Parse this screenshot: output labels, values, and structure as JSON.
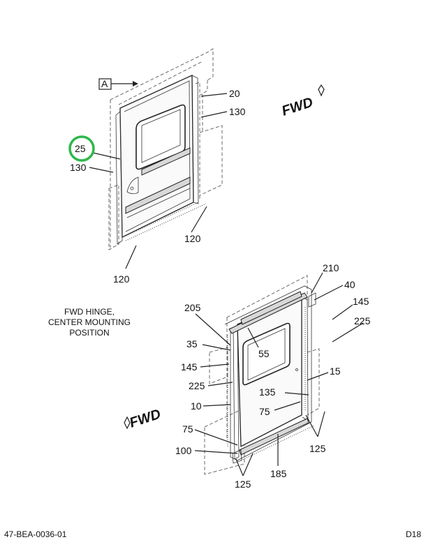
{
  "callout_view_label": "A",
  "fwd_label": "FWD",
  "caption": {
    "line1": "FWD HINGE,",
    "line2": "CENTER MOUNTING",
    "line3": "POSITION"
  },
  "highlight_color": "#2db84a",
  "top_view": {
    "callouts": [
      "20",
      "130",
      "25",
      "130",
      "120",
      "120"
    ]
  },
  "bottom_view": {
    "callouts": [
      "210",
      "40",
      "205",
      "145",
      "225",
      "35",
      "55",
      "145",
      "15",
      "225",
      "135",
      "10",
      "75",
      "75",
      "125",
      "100",
      "125",
      "185"
    ]
  },
  "footer": {
    "left": "47-BEA-0036-01",
    "right": "D18"
  }
}
